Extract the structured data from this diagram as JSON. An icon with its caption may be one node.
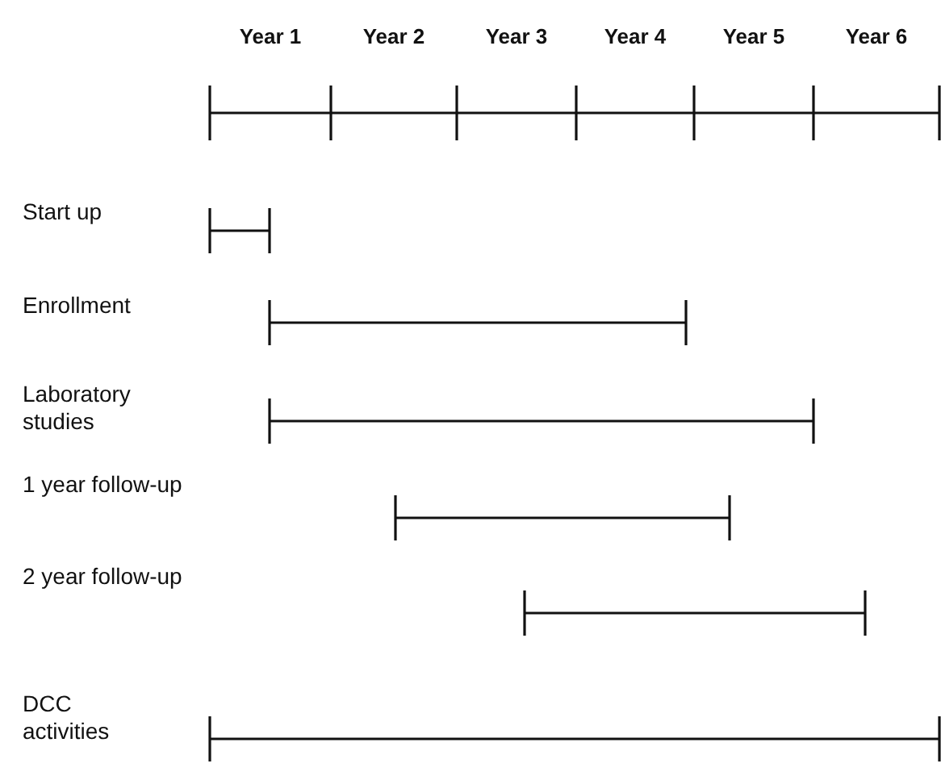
{
  "diagram": {
    "labels": [
      "Year 1",
      "Year 2",
      "Year 3",
      "Year 4",
      "Year 5",
      "Year 6",
      "Start up",
      "Enrollment",
      "Laboratory studies",
      "1 year follow-up",
      "2 year follow-up",
      "DCC activities"
    ]
  }
}
